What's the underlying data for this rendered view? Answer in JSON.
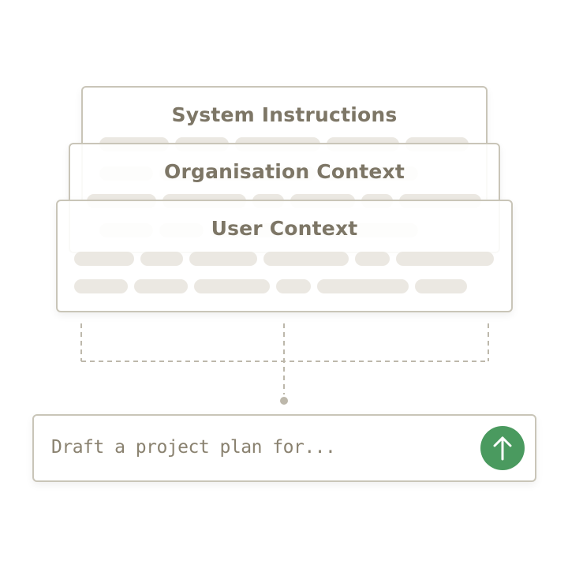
{
  "layers": [
    {
      "title": "System Instructions"
    },
    {
      "title": "Organisation Context"
    },
    {
      "title": "User Context"
    }
  ],
  "prompt": {
    "placeholder": "Draft a project plan for...",
    "send_icon": "arrow-up-icon",
    "accent_color": "#4a9a5f"
  }
}
